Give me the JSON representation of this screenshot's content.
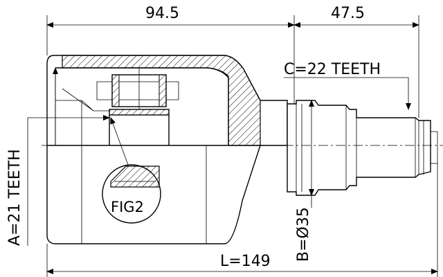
{
  "dimensions": {
    "top_left": "94.5",
    "top_right": "47.5",
    "spline_outer": "C=22 TEETH",
    "spline_inner": "A=21 TEETH",
    "diameter": "B=Ø35",
    "length": "L=149"
  },
  "detail_label": "FIG2"
}
